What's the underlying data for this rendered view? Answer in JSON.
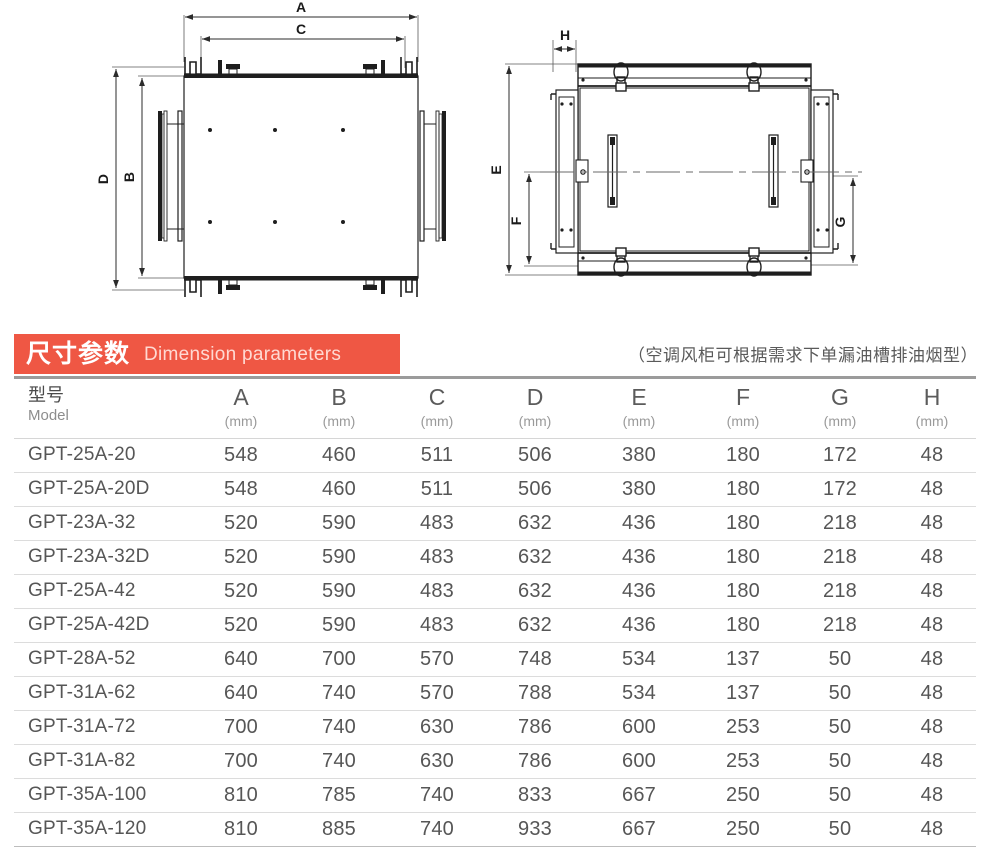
{
  "banner": {
    "title_cn": "尺寸参数",
    "title_en": "Dimension parameters",
    "note": "（空调风柜可根据需求下单漏油槽排油烟型）",
    "accent_color": "#ef5744",
    "title_en_color": "#ffd9d2"
  },
  "drawings": {
    "left_view_name": "top-view-drawing",
    "right_view_name": "side-view-drawing",
    "labels": {
      "A": "A",
      "B": "B",
      "C": "C",
      "D": "D",
      "E": "E",
      "F": "F",
      "G": "G",
      "H": "H"
    }
  },
  "table": {
    "model_header_cn": "型号",
    "model_header_en": "Model",
    "unit": "(mm)",
    "columns": [
      "A",
      "B",
      "C",
      "D",
      "E",
      "F",
      "G",
      "H"
    ],
    "rows": [
      {
        "model": "GPT-25A-20",
        "values": [
          "548",
          "460",
          "511",
          "506",
          "380",
          "180",
          "172",
          "48"
        ]
      },
      {
        "model": "GPT-25A-20D",
        "values": [
          "548",
          "460",
          "511",
          "506",
          "380",
          "180",
          "172",
          "48"
        ]
      },
      {
        "model": "GPT-23A-32",
        "values": [
          "520",
          "590",
          "483",
          "632",
          "436",
          "180",
          "218",
          "48"
        ]
      },
      {
        "model": "GPT-23A-32D",
        "values": [
          "520",
          "590",
          "483",
          "632",
          "436",
          "180",
          "218",
          "48"
        ]
      },
      {
        "model": "GPT-25A-42",
        "values": [
          "520",
          "590",
          "483",
          "632",
          "436",
          "180",
          "218",
          "48"
        ]
      },
      {
        "model": "GPT-25A-42D",
        "values": [
          "520",
          "590",
          "483",
          "632",
          "436",
          "180",
          "218",
          "48"
        ]
      },
      {
        "model": "GPT-28A-52",
        "values": [
          "640",
          "700",
          "570",
          "748",
          "534",
          "137",
          "50",
          "48"
        ]
      },
      {
        "model": "GPT-31A-62",
        "values": [
          "640",
          "740",
          "570",
          "788",
          "534",
          "137",
          "50",
          "48"
        ]
      },
      {
        "model": "GPT-31A-72",
        "values": [
          "700",
          "740",
          "630",
          "786",
          "600",
          "253",
          "50",
          "48"
        ]
      },
      {
        "model": "GPT-31A-82",
        "values": [
          "700",
          "740",
          "630",
          "786",
          "600",
          "253",
          "50",
          "48"
        ]
      },
      {
        "model": "GPT-35A-100",
        "values": [
          "810",
          "785",
          "740",
          "833",
          "667",
          "250",
          "50",
          "48"
        ]
      },
      {
        "model": "GPT-35A-120",
        "values": [
          "810",
          "885",
          "740",
          "933",
          "667",
          "250",
          "50",
          "48"
        ]
      }
    ]
  }
}
